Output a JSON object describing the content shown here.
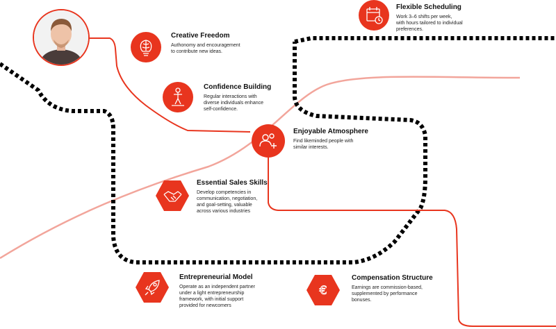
{
  "colors": {
    "accent": "#e8351e",
    "pale_line": "#f2a59b",
    "dash": "#000000"
  },
  "avatar": {
    "icon": "person-photo"
  },
  "items": [
    {
      "id": "creative-freedom",
      "title": "Creative Freedom",
      "desc": [
        "Authonomy and encouragement",
        "to contribute new ideas."
      ],
      "icon": "brain-bulb-icon",
      "shape": "circle"
    },
    {
      "id": "confidence-building",
      "title": "Confidence Building",
      "desc": [
        "Regular interactions with",
        "diverse individuals enhance",
        "self-confidence."
      ],
      "icon": "podium-person-icon",
      "shape": "circle"
    },
    {
      "id": "flexible-scheduling",
      "title": "Flexible Scheduling",
      "desc": [
        "Work 3–6 shifts per week,",
        "with hours tailored to individual",
        "preferences."
      ],
      "icon": "calendar-clock-icon",
      "shape": "circle"
    },
    {
      "id": "enjoyable-atmosphere",
      "title": "Enjoyable Atmosphere",
      "desc": [
        "Find likeminded people with",
        "similar interests."
      ],
      "icon": "add-user-icon",
      "shape": "circle"
    },
    {
      "id": "essential-sales-skills",
      "title": "Essential Sales Skills",
      "desc": [
        "Develop competencies in",
        "communication, negotiation,",
        "and goal-setting, valuable",
        "across various industries"
      ],
      "icon": "handshake-icon",
      "shape": "hexagon"
    },
    {
      "id": "entrepreneurial-model",
      "title": "Entrepreneurial Model",
      "desc": [
        "Operate as an independent partner",
        "under a light entrepreneurship",
        "framework, with initial support",
        "provided for newcomers"
      ],
      "icon": "rocket-icon",
      "shape": "hexagon"
    },
    {
      "id": "compensation-structure",
      "title": "Compensation Structure",
      "desc": [
        "Earnings are commission-based,",
        "supplemented by performance",
        "bonuses."
      ],
      "icon": "euro-icon",
      "shape": "hexagon"
    }
  ]
}
